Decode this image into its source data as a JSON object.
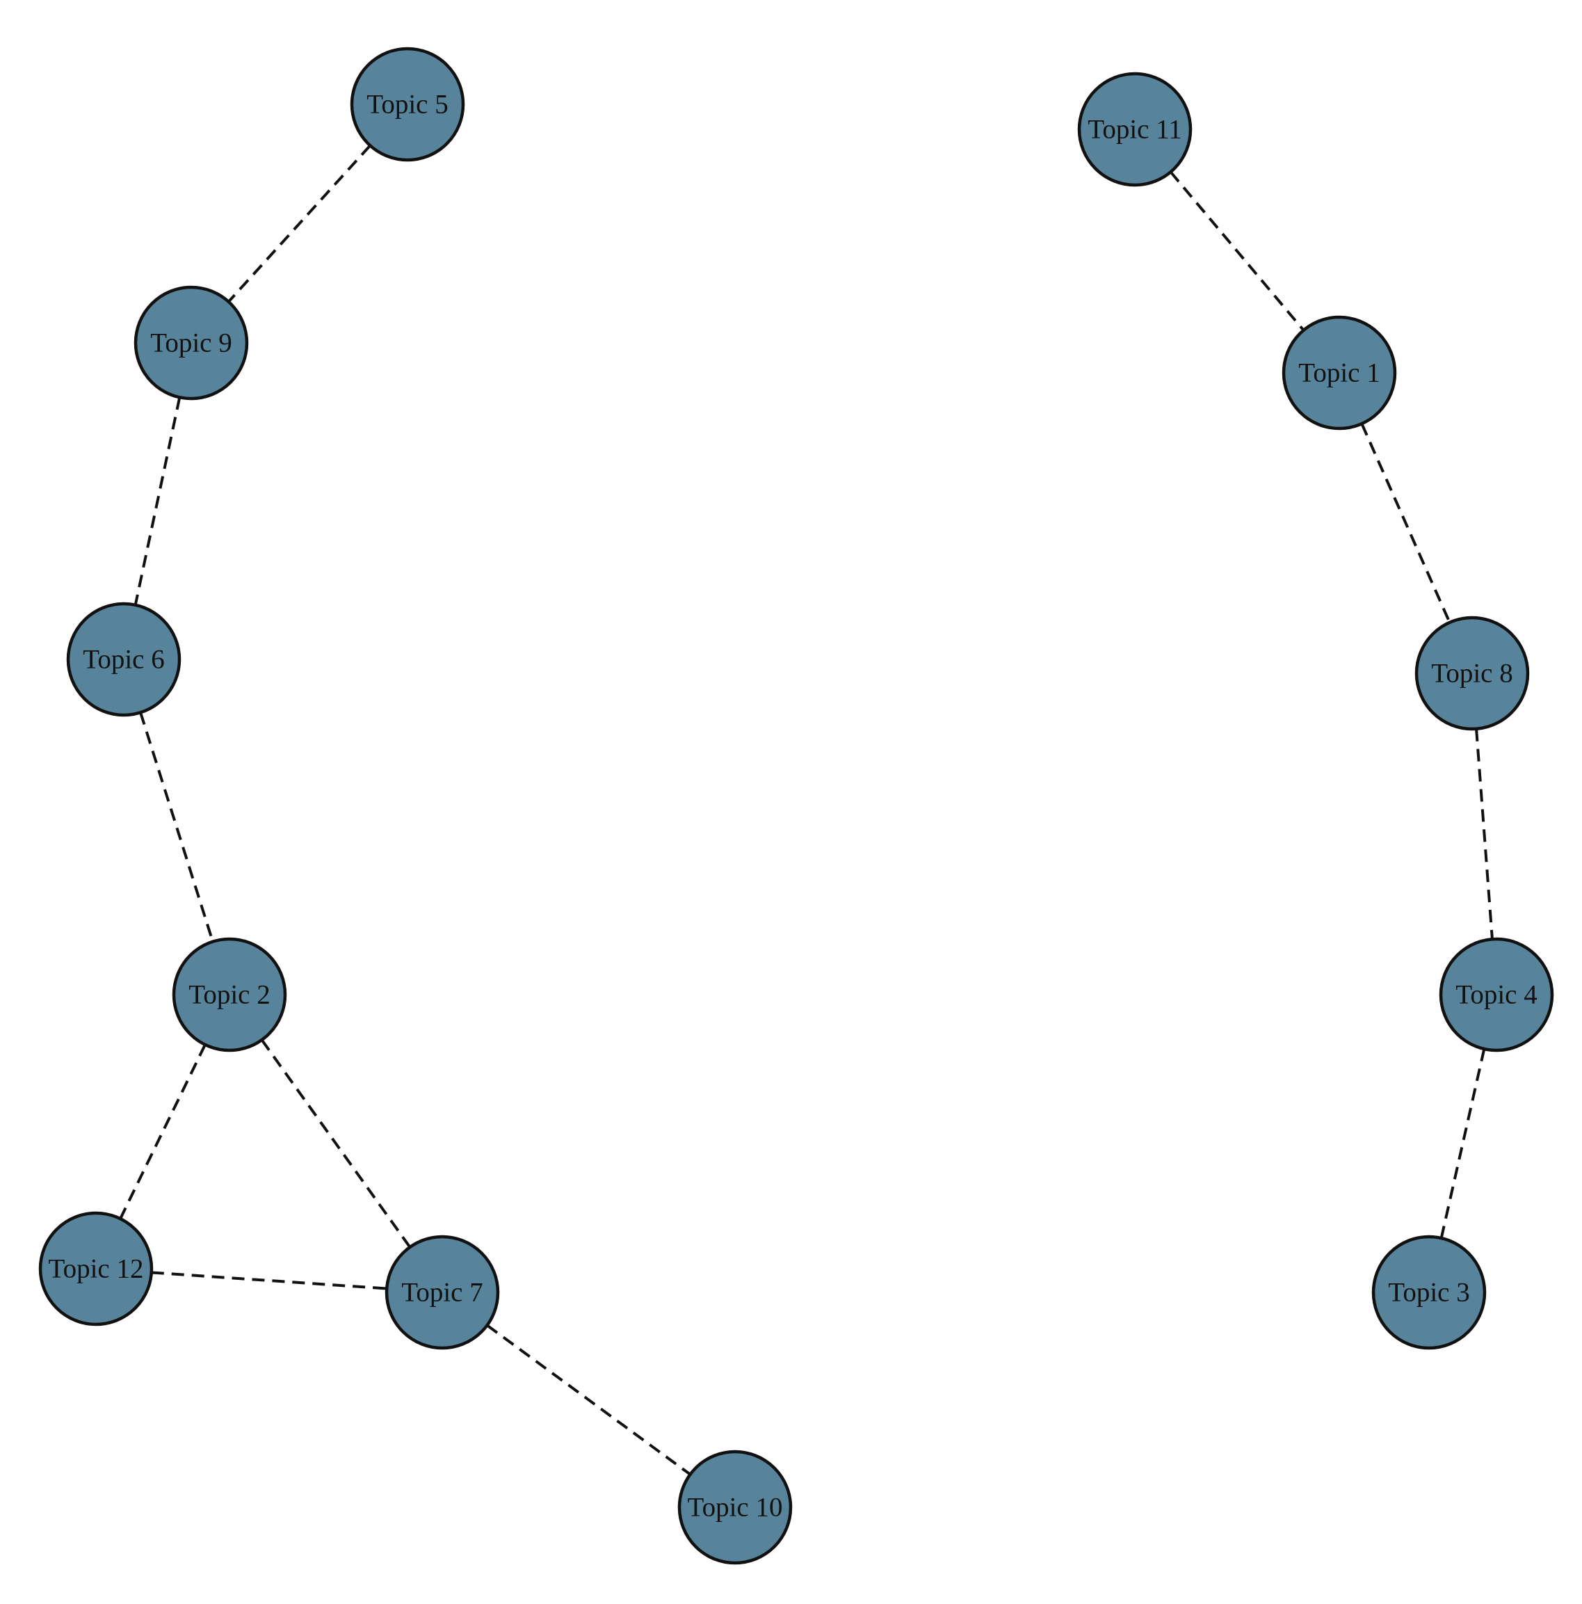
{
  "graph": {
    "node_fill": "#57849a",
    "node_stroke": "#111111",
    "edge_style": "dashed",
    "nodes": [
      {
        "id": "t5",
        "label": "Topic 5"
      },
      {
        "id": "t9",
        "label": "Topic 9"
      },
      {
        "id": "t6",
        "label": "Topic 6"
      },
      {
        "id": "t2",
        "label": "Topic 2"
      },
      {
        "id": "t12",
        "label": "Topic 12"
      },
      {
        "id": "t7",
        "label": "Topic 7"
      },
      {
        "id": "t10",
        "label": "Topic 10"
      },
      {
        "id": "t11",
        "label": "Topic 11"
      },
      {
        "id": "t1",
        "label": "Topic 1"
      },
      {
        "id": "t8",
        "label": "Topic 8"
      },
      {
        "id": "t4",
        "label": "Topic 4"
      },
      {
        "id": "t3",
        "label": "Topic 3"
      }
    ],
    "edges": [
      [
        "t5",
        "t9"
      ],
      [
        "t9",
        "t6"
      ],
      [
        "t6",
        "t2"
      ],
      [
        "t2",
        "t12"
      ],
      [
        "t2",
        "t7"
      ],
      [
        "t12",
        "t7"
      ],
      [
        "t7",
        "t10"
      ],
      [
        "t11",
        "t1"
      ],
      [
        "t1",
        "t8"
      ],
      [
        "t8",
        "t4"
      ],
      [
        "t4",
        "t3"
      ]
    ]
  }
}
